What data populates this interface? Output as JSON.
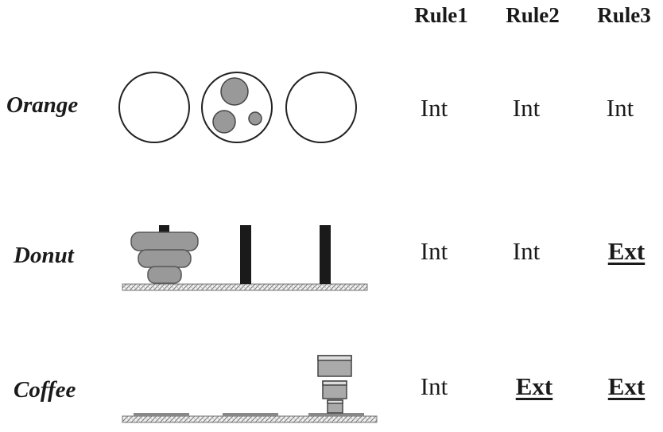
{
  "columns": [
    "Rule1",
    "Rule2",
    "Rule3"
  ],
  "rows": [
    {
      "label": "Orange",
      "icon": "orange-circles",
      "values": [
        "Int",
        "Int",
        "Int"
      ],
      "ext": [
        false,
        false,
        false
      ]
    },
    {
      "label": "Donut",
      "icon": "stacked-donuts-on-pegs",
      "values": [
        "Int",
        "Int",
        "Ext"
      ],
      "ext": [
        false,
        false,
        true
      ]
    },
    {
      "label": "Coffee",
      "icon": "coffee-cups-on-tray",
      "values": [
        "Int",
        "Ext",
        "Ext"
      ],
      "ext": [
        false,
        true,
        true
      ]
    }
  ]
}
